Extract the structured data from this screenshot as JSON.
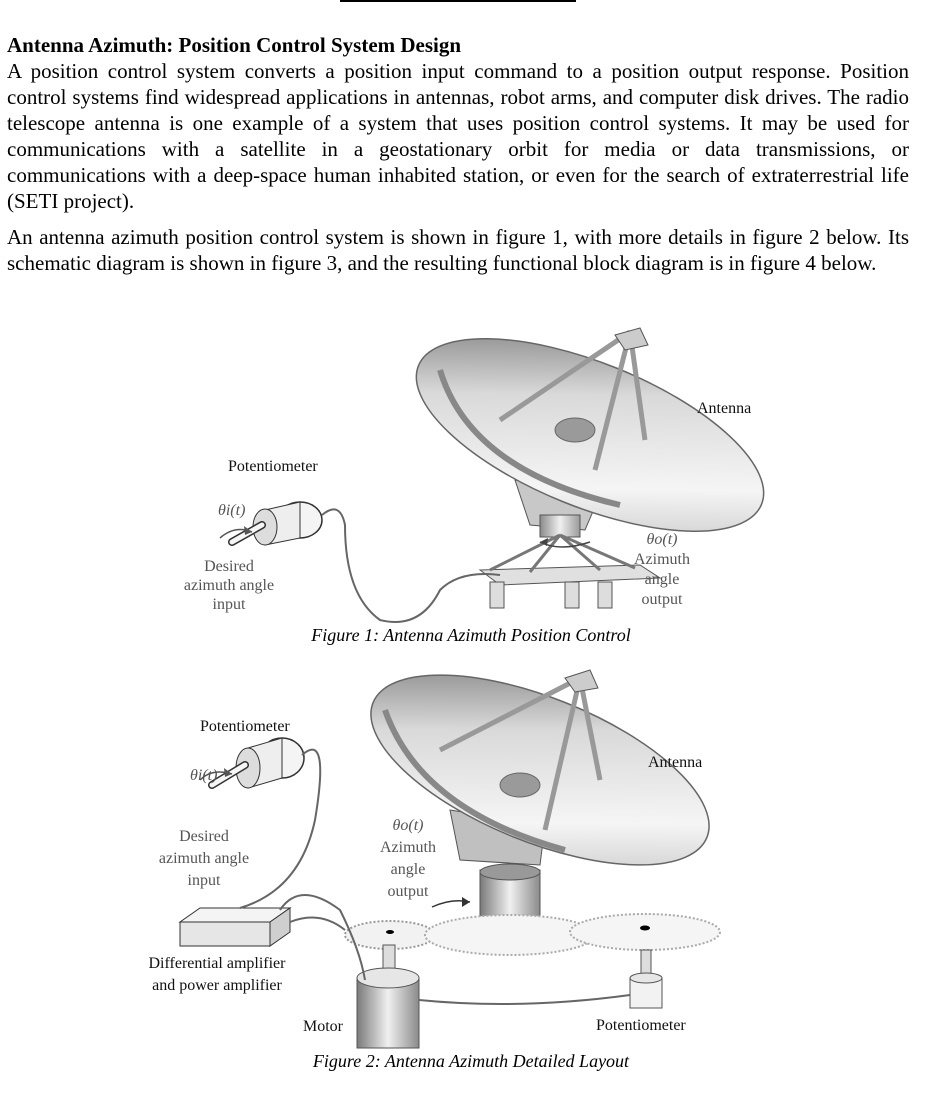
{
  "heading": "Antenna Azimuth: Position Control System Design",
  "paragraph1": "A position control system converts a position input command to a position output response. Position control systems find widespread applications in antennas, robot arms, and computer disk drives. The radio telescope antenna is one example of a system that uses position control systems. It may be used for communications with a satellite in a geostationary orbit for media or data transmissions, or communications with a deep-space human inhabited station, or even for the search of extraterrestrial life (SETI project).",
  "paragraph2": "An antenna azimuth position control system is shown in figure 1, with more details in figure 2 below. Its schematic diagram is shown in figure 3, and the resulting functional block diagram is in figure 4 below.",
  "figure1": {
    "antenna_label": "Antenna",
    "potentiometer_label": "Potentiometer",
    "theta_i": "θi(t)",
    "desired_1": "Desired",
    "desired_2": "azimuth angle",
    "desired_3": "input",
    "theta_o": "θo(t)",
    "azimuth_1": "Azimuth",
    "azimuth_2": "angle",
    "azimuth_3": "output",
    "caption": "Figure 1: Antenna Azimuth Position Control"
  },
  "figure2": {
    "antenna_label": "Antenna",
    "potentiometer_label": "Potentiometer",
    "theta_i": "θi(t)",
    "desired_1": "Desired",
    "desired_2": "azimuth angle",
    "desired_3": "input",
    "theta_o": "θo(t)",
    "azimuth_1": "Azimuth",
    "azimuth_2": "angle",
    "azimuth_3": "output",
    "amp_1": "Differential amplifier",
    "amp_2": "and power amplifier",
    "motor_label": "Motor",
    "potentiometer2_label": "Potentiometer",
    "caption": "Figure 2: Antenna Azimuth Detailed Layout"
  }
}
